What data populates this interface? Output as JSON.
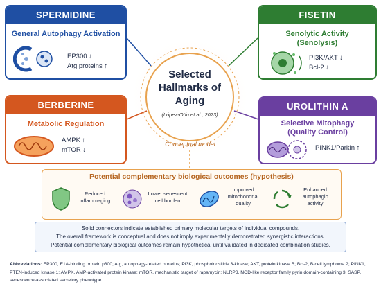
{
  "center": {
    "title_line1": "Selected",
    "title_line2": "Hallmarks of",
    "title_line3": "Aging",
    "citation": "(López-Otín et al., 2023)",
    "caption": "Conceptual model"
  },
  "spermidine": {
    "name": "SPERMIDINE",
    "subtitle": "General Autophagy Activation",
    "line1": "EP300 ↓",
    "line2": "Atg proteins ↑",
    "color": "#1f4fa3"
  },
  "fisetin": {
    "name": "FISETIN",
    "subtitle_line1": "Senolytic Activity",
    "subtitle_line2": "(Senolysis)",
    "line1": "PI3K/AKT ↓",
    "line2": "Bcl-2 ↓",
    "color": "#2e7d32"
  },
  "berberine": {
    "name": "BERBERINE",
    "subtitle": "Metabolic Regulation",
    "line1": "AMPK ↑",
    "line2": "mTOR ↓",
    "color": "#d4571f"
  },
  "urolithin": {
    "name": "UROLITHIN A",
    "subtitle_line1": "Selective Mitophagy",
    "subtitle_line2": "(Quality Control)",
    "line1": "PINK1/Parkin ↑",
    "color": "#6a3fa0"
  },
  "outcomes": {
    "title": "Potential complementary biological outcomes (hypothesis)",
    "items": [
      {
        "line1": "Reduced",
        "line2": "inflammaging"
      },
      {
        "line1": "Lower senescent",
        "line2": "cell burden"
      },
      {
        "line1": "Improved",
        "line2": "mitochondrial",
        "line3": "quality"
      },
      {
        "line1": "Enhanced",
        "line2": "autophagic",
        "line3": "activity"
      }
    ]
  },
  "note": {
    "line1": "Solid connectors indicate established primary molecular targets of individual compounds.",
    "line2": "The overall framework is conceptual and does not imply experimentally demonstrated synergistic interactions.",
    "line3": "Potential complementary biological outcomes remain hypothetical until validated in dedicated combination studies."
  },
  "abbreviations": {
    "label": "Abbreviations:",
    "text": "EP300, E1A-binding protein p300; Atg, autophagy-related proteins; PI3K, phosphoinositide 3-kinase; AKT, protein kinase B; Bcl-2, B-cell lymphoma 2; PINK1, PTEN-induced kinase 1; AMPK, AMP-activated protein kinase; mTOR, mechanistic target of rapamycin; NLRP3, NOD-like receptor family pyrin domain-containing 3; SASP, senescence-associated secretory phenotype."
  }
}
